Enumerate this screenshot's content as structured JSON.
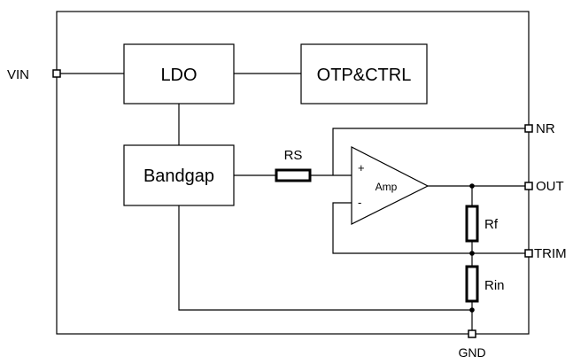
{
  "blocks": {
    "ldo": "LDO",
    "otp": "OTP&CTRL",
    "bandgap": "Bandgap",
    "amp": "Amp",
    "plus": "+",
    "minus": "-"
  },
  "resistors": {
    "rs": "RS",
    "rf": "Rf",
    "rin": "Rin"
  },
  "pins": {
    "vin": "VIN",
    "nr": "NR",
    "out": "OUT",
    "trim": "TRIM",
    "gnd": "GND"
  }
}
